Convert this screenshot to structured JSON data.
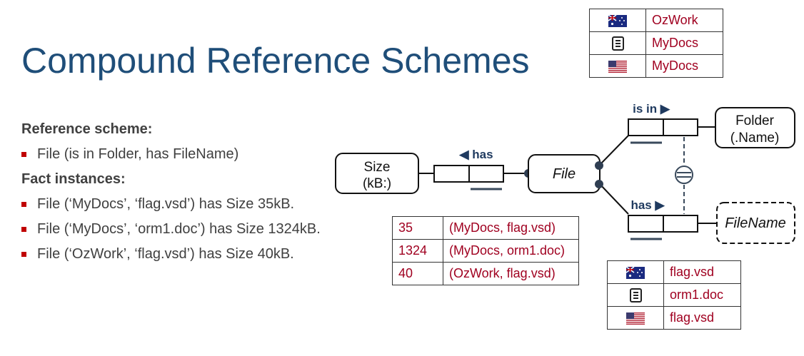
{
  "title": "Compound Reference Schemes",
  "left": {
    "ref_heading": "Reference scheme:",
    "ref_bullets": [
      "File (is in Folder, has FileName)"
    ],
    "fact_heading": "Fact instances:",
    "fact_bullets": [
      "File (‘MyDocs’, ‘flag.vsd’) has Size 35kB.",
      "File (‘MyDocs’, ‘orm1.doc’) has Size 1324kB.",
      "File (‘OzWork’, ‘flag.vsd’) has Size 40kB."
    ]
  },
  "folder_table": [
    {
      "icon": "australia-flag-icon",
      "value": "OzWork"
    },
    {
      "icon": "document-icon",
      "value": "MyDocs"
    },
    {
      "icon": "usa-flag-icon",
      "value": "MyDocs"
    }
  ],
  "filename_table": [
    {
      "icon": "australia-flag-icon",
      "value": "flag.vsd"
    },
    {
      "icon": "document-icon",
      "value": "orm1.doc"
    },
    {
      "icon": "usa-flag-icon",
      "value": "flag.vsd"
    }
  ],
  "size_table": [
    {
      "size": "35",
      "file": "(MyDocs, flag.vsd)"
    },
    {
      "size": "1324",
      "file": "(MyDocs, orm1.doc)"
    },
    {
      "size": "40",
      "file": "(OzWork, flag.vsd)"
    }
  ],
  "diagram": {
    "size_line1": "Size",
    "size_line2": "(kB:)",
    "file_label": "File",
    "folder_line1": "Folder",
    "folder_line2": "(.Name)",
    "filename_label": "FileName",
    "has_size_label": "◀ has",
    "is_in_label": "is in ▶",
    "has_name_label": "has ▶"
  },
  "colors": {
    "title": "#1f4e79",
    "table_text": "#a00020",
    "bullet": "#c00000",
    "diagram_text": "#1f3a5f",
    "connector": "#3a4a5c"
  }
}
